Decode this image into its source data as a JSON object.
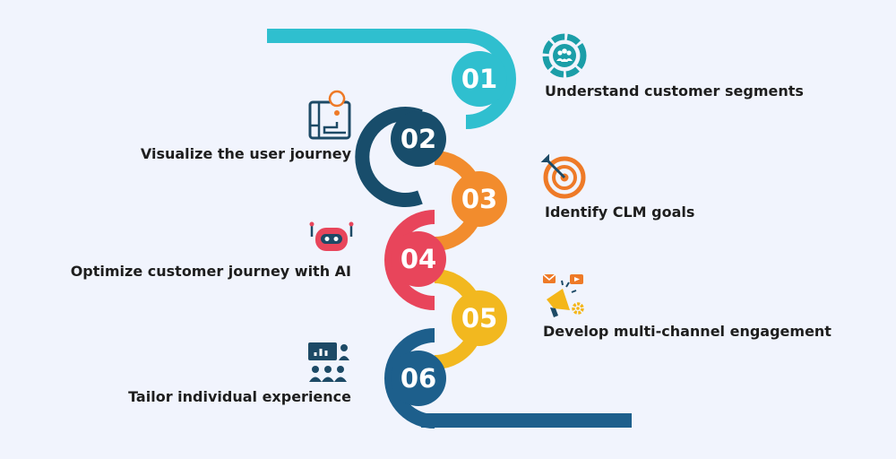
{
  "colors": {
    "background": "#f1f4fd",
    "step1": "#2fbfcf",
    "step2": "#184d6b",
    "step3": "#f28c2d",
    "step4": "#e8455b",
    "step5": "#f2b81f",
    "step6": "#1d5f8c",
    "icon_teal": "#1b9ea8",
    "icon_navy": "#1d4a66",
    "icon_orange": "#ee7a27",
    "icon_red": "#e8455b",
    "icon_yellow": "#f4b619"
  },
  "steps": [
    {
      "number": "01",
      "label": "Understand customer segments",
      "icon": "customer-segments-icon"
    },
    {
      "number": "02",
      "label": "Visualize the user journey",
      "icon": "journey-map-icon"
    },
    {
      "number": "03",
      "label": "Identify CLM goals",
      "icon": "target-icon"
    },
    {
      "number": "04",
      "label": "Optimize customer journey with AI",
      "icon": "robot-icon"
    },
    {
      "number": "05",
      "label": "Develop multi-channel engagement",
      "icon": "megaphone-icon"
    },
    {
      "number": "06",
      "label": "Tailor individual experience",
      "icon": "presentation-icon"
    }
  ]
}
